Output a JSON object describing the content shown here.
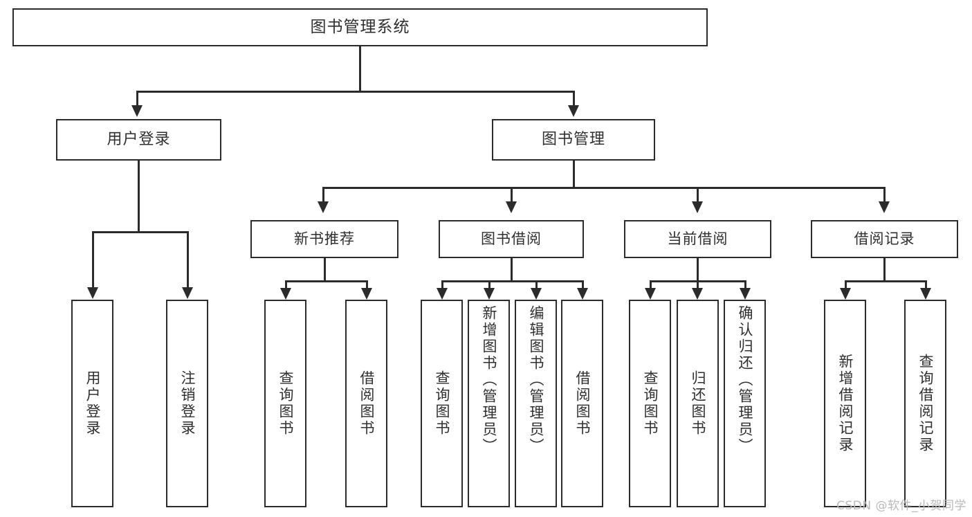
{
  "diagram": {
    "title": "图书管理系统",
    "type": "tree-hierarchy",
    "orientation": "top-down"
  },
  "root": {
    "label": "图书管理系统"
  },
  "level2": [
    {
      "label": "用户登录"
    },
    {
      "label": "图书管理"
    }
  ],
  "level3": [
    {
      "label": "新书推荐"
    },
    {
      "label": "图书借阅"
    },
    {
      "label": "当前借阅"
    },
    {
      "label": "借阅记录"
    }
  ],
  "leaves": {
    "user_login": [
      {
        "label": "用户登录"
      },
      {
        "label": "注销登录"
      }
    ],
    "new_book_recommend": [
      {
        "label": "查询图书"
      },
      {
        "label": "借阅图书"
      }
    ],
    "book_borrow": [
      {
        "label": "查询图书"
      },
      {
        "label": "新增图书（管理员）"
      },
      {
        "label": "编辑图书（管理员）"
      },
      {
        "label": "借阅图书"
      }
    ],
    "current_borrow": [
      {
        "label": "查询图书"
      },
      {
        "label": "归还图书"
      },
      {
        "label": "确认归还（管理员）"
      }
    ],
    "borrow_record": [
      {
        "label": "新增借阅记录"
      },
      {
        "label": "查询借阅记录"
      }
    ]
  },
  "watermark": {
    "text": "CSDN @软件_小贺同学"
  },
  "colors": {
    "border": "#2b2b2b",
    "text": "#2f2f2f",
    "background": "#ffffff",
    "watermark": "#b9b9b9"
  }
}
